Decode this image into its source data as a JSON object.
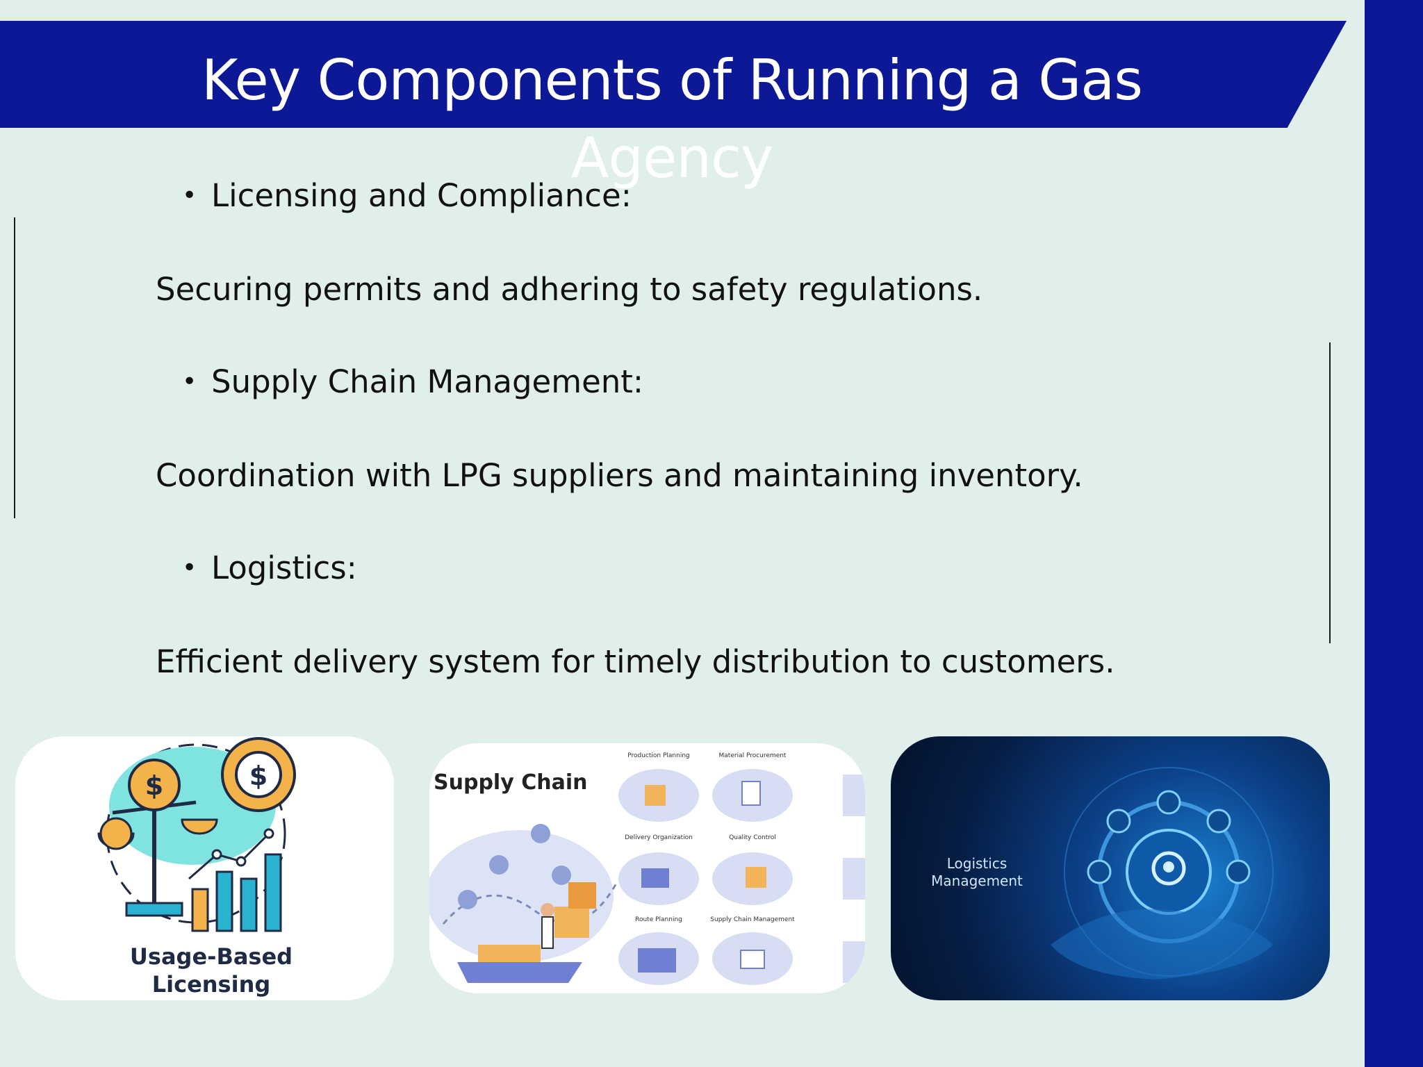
{
  "slide": {
    "title": "Key Components of Running a Gas\nAgency",
    "items": [
      {
        "heading": "Licensing and Compliance:",
        "description": "Securing permits and adhering to safety regulations."
      },
      {
        "heading": "Supply Chain Management:",
        "description": "Coordination with LPG suppliers and maintaining inventory."
      },
      {
        "heading": "Logistics:",
        "description": "Efficient delivery system for timely distribution to customers."
      }
    ],
    "bullet_symbol": "•"
  },
  "images": {
    "licensing": {
      "caption_line1": "Usage-Based",
      "caption_line2": "Licensing"
    },
    "supply_chain": {
      "caption": "Supply Chain",
      "panel_labels": [
        "Production Planning",
        "Material Procurement",
        "Delivery Organization",
        "Quality Control",
        "Route Planning",
        "Supply Chain Management"
      ]
    },
    "logistics": {
      "caption_line1": "Logistics",
      "caption_line2": "Management"
    }
  },
  "colors": {
    "banner": "#0c1895",
    "background": "#e0efec",
    "text": "#111111"
  }
}
